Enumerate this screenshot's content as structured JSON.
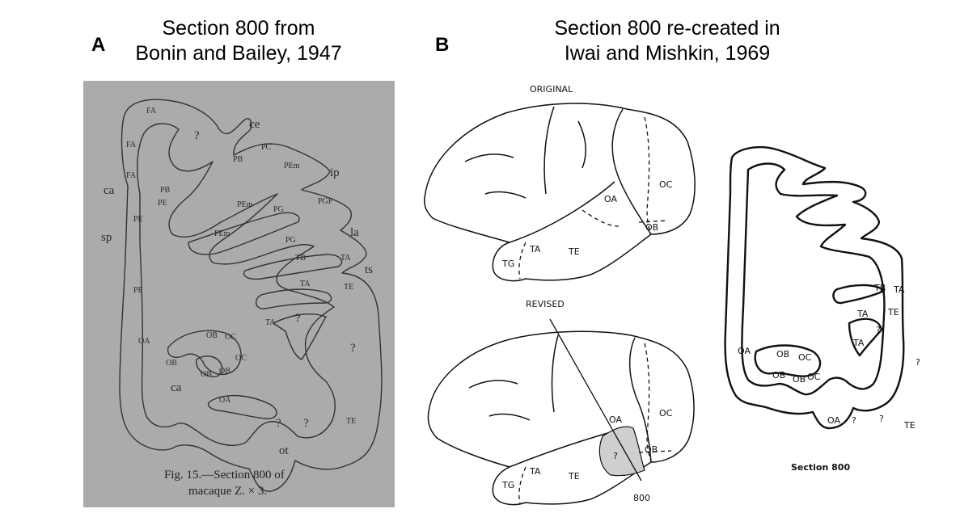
{
  "panel_a": {
    "letter": "A",
    "title_line1": "Section 800 from",
    "title_line2": "Bonin and Bailey, 1947",
    "caption_line1": "Fig. 15.—Section 800 of",
    "caption_line2": "macaque Z.  × 3.",
    "labels": {
      "FA": "FA",
      "ce": "ce",
      "q": "?",
      "PB": "PB",
      "PC": "PC",
      "PEm": "PEm",
      "ip": "ip",
      "ca": "ca",
      "PE": "PE",
      "sp": "sp",
      "PG": "PG",
      "PGF": "PGF",
      "la": "la",
      "TB": "TB",
      "TA": "TA",
      "ts": "ts",
      "TE": "TE",
      "OA": "OA",
      "OB": "OB",
      "OC": "OC",
      "ot": "ot"
    }
  },
  "panel_b": {
    "letter": "B",
    "title_line1": "Section 800  re-created in",
    "title_line2": "Iwai and Mishkin, 1969",
    "original_label": "ORIGINAL",
    "revised_label": "REVISED",
    "section_number": "800",
    "section_caption": "Section 800",
    "labels": {
      "OA": "OA",
      "OB": "OB",
      "OC": "OC",
      "TA": "TA",
      "TE": "TE",
      "TG": "TG",
      "TB": "TB",
      "q": "?"
    }
  }
}
